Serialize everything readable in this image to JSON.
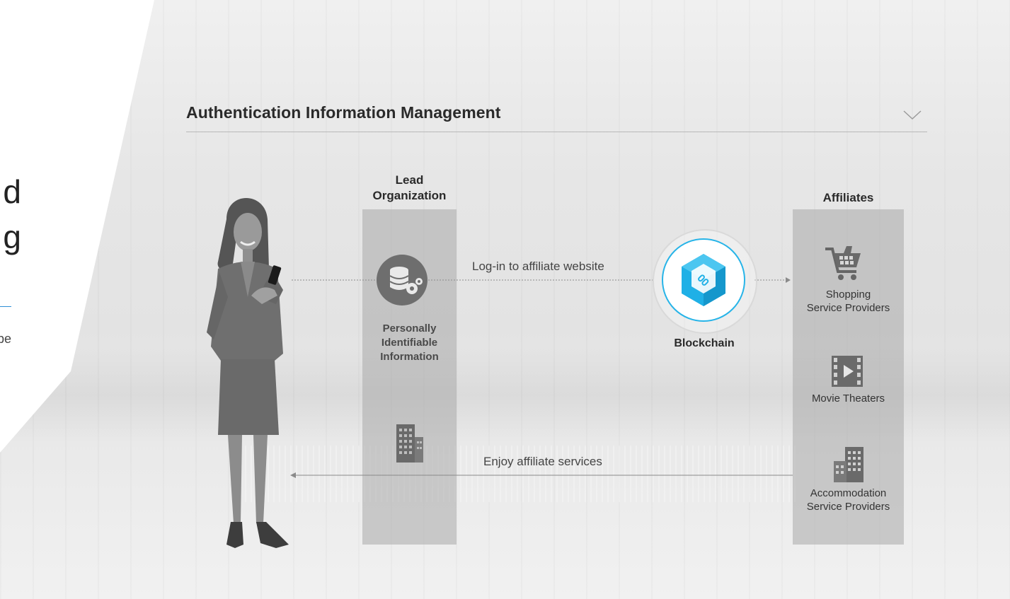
{
  "left_fragment": {
    "line1": "d",
    "line2": "g",
    "snippet": "be"
  },
  "header": {
    "title": "Authentication Information Management",
    "toggle_icon": "chevron-down-icon"
  },
  "diagram": {
    "lead_org_label": "Lead\nOrganization",
    "pii_label": "Personally\nIdentifiable\nInformation",
    "pii_icon": "database-gear-icon",
    "building_icon": "office-building-icon",
    "login_flow_label": "Log-in to affiliate website",
    "enjoy_flow_label": "Enjoy affiliate services",
    "blockchain_label": "Blockchain",
    "blockchain_icon": "blockchain-cube-icon",
    "affiliates_label": "Affiliates",
    "affiliates": [
      {
        "label": "Shopping\nService Providers",
        "icon": "shopping-cart-icon"
      },
      {
        "label": "Movie Theaters",
        "icon": "film-icon"
      },
      {
        "label": "Accommodation\nService Providers",
        "icon": "hotel-buildings-icon"
      }
    ]
  },
  "colors": {
    "accent": "#27b4e8",
    "column": "#b3b3b3",
    "icon_grey": "#6e6e6e"
  }
}
